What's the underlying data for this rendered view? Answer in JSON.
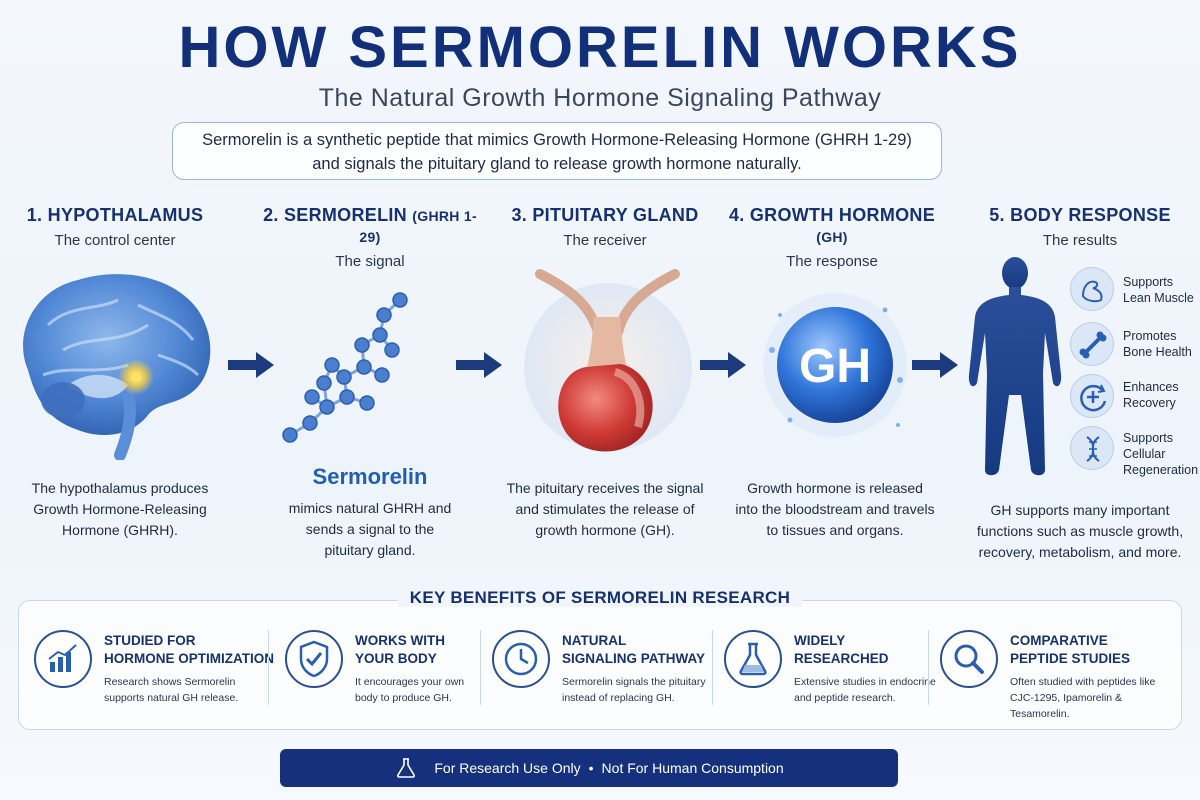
{
  "title": "HOW SERMORELIN WORKS",
  "subtitle": "The Natural Growth Hormone Signaling Pathway",
  "intro": {
    "line1": "Sermorelin is a synthetic peptide that mimics Growth Hormone-Releasing Hormone (GHRH 1-29)",
    "line2": "and signals the pituitary gland to release growth hormone naturally."
  },
  "steps": [
    {
      "title": "1. HYPOTHALAMUS",
      "title_small": "",
      "sub": "The control center",
      "desc1": "The hypothalamus produces",
      "desc2": "Growth Hormone-Releasing",
      "desc3": "Hormone (GHRH)."
    },
    {
      "title": "2. SERMORELIN ",
      "title_small": "(GHRH 1-29)",
      "sub": "The signal",
      "highlight": "Sermorelin",
      "desc1": "mimics natural GHRH and",
      "desc2": "sends a signal to the",
      "desc3": "pituitary gland."
    },
    {
      "title": "3. PITUITARY GLAND",
      "title_small": "",
      "sub": "The receiver",
      "desc1": "The pituitary receives the signal",
      "desc2": "and stimulates the release of",
      "desc3": "growth hormone (GH)."
    },
    {
      "title": "4. GROWTH HORMONE ",
      "title_small": "(GH)",
      "sub": "The response",
      "orb": "GH",
      "desc1": "Growth hormone is released",
      "desc2": "into the bloodstream and travels",
      "desc3": "to tissues and organs."
    },
    {
      "title": "5. BODY RESPONSE",
      "title_small": "",
      "sub": "The results",
      "desc1": "GH supports many important",
      "desc2": "functions such as muscle growth,",
      "desc3": "recovery, metabolism, and more."
    }
  ],
  "body_benefits": [
    {
      "l1": "Supports",
      "l2": "Lean Muscle",
      "l3": "",
      "icon": "muscle-icon"
    },
    {
      "l1": "Promotes",
      "l2": "Bone Health",
      "l3": "",
      "icon": "bone-icon"
    },
    {
      "l1": "Enhances",
      "l2": "Recovery",
      "l3": "",
      "icon": "recovery-icon"
    },
    {
      "l1": "Supports",
      "l2": "Cellular",
      "l3": "Regeneration",
      "icon": "dna-icon"
    }
  ],
  "key_benefits": {
    "title": "KEY BENEFITS OF SERMORELIN RESEARCH",
    "items": [
      {
        "head1": "STUDIED FOR",
        "head2": "HORMONE OPTIMIZATION",
        "text1": "Research shows Sermorelin",
        "text2": "supports natural GH release.",
        "icon": "chart-icon"
      },
      {
        "head1": "WORKS WITH",
        "head2": "YOUR BODY",
        "text1": "It encourages your own",
        "text2": "body to produce GH.",
        "icon": "shield-check-icon"
      },
      {
        "head1": "NATURAL",
        "head2": "SIGNALING PATHWAY",
        "text1": "Sermorelin signals the pituitary",
        "text2": "instead of replacing GH.",
        "icon": "clock-icon"
      },
      {
        "head1": "WIDELY",
        "head2": "RESEARCHED",
        "text1": "Extensive studies in endocrine",
        "text2": "and peptide research.",
        "icon": "flask-icon"
      },
      {
        "head1": "COMPARATIVE",
        "head2": "PEPTIDE STUDIES",
        "text1": "Often studied with peptides like",
        "text2": "CJC-1295, Ipamorelin & Tesamorelin.",
        "icon": "magnifier-icon"
      }
    ]
  },
  "footer": {
    "left": "For Research Use Only",
    "sep": "•",
    "right": "Not For Human Consumption"
  },
  "colors": {
    "navy": "#12307a",
    "accent_blue": "#1f5fb3",
    "footer_bg": "#15317d"
  }
}
